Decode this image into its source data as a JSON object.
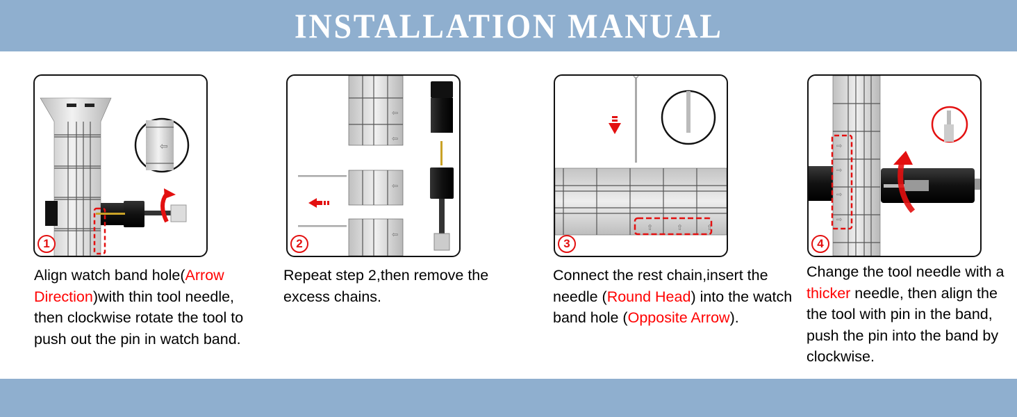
{
  "header": {
    "title": "INSTALLATION MANUAL"
  },
  "colors": {
    "band": "#8fafcf",
    "accent_red": "#ff0000",
    "text": "#000000"
  },
  "steps": [
    {
      "number": "1",
      "number_glyph": "①",
      "illustration": "band-with-pin-tool-clockwise-rotate",
      "text_parts": [
        {
          "t": "Align watch band hole(",
          "red": false
        },
        {
          "t": "Arrow Direction",
          "red": true
        },
        {
          "t": ")with thin tool needle, then clockwise rotate the tool to push out the pin in watch band.",
          "red": false
        }
      ]
    },
    {
      "number": "2",
      "number_glyph": "②",
      "illustration": "remove-excess-chains-with-pins",
      "text_parts": [
        {
          "t": "Repeat step 2,then remove the excess chains.",
          "red": false
        }
      ]
    },
    {
      "number": "3",
      "number_glyph": "③",
      "illustration": "insert-round-head-needle",
      "text_parts": [
        {
          "t": "Connect the rest chain,insert the needle (",
          "red": false
        },
        {
          "t": "Round Head",
          "red": true
        },
        {
          "t": ") into the watch band hole (",
          "red": false
        },
        {
          "t": "Opposite Arrow",
          "red": true
        },
        {
          "t": ").",
          "red": false
        }
      ]
    },
    {
      "number": "4",
      "number_glyph": "④",
      "illustration": "thicker-needle-push-pin",
      "text_parts": [
        {
          "t": "Change the tool needle with a ",
          "red": false
        },
        {
          "t": "thicker",
          "red": true
        },
        {
          "t": " needle, then align the the tool with pin in the band, push the pin into the band by clockwise.",
          "red": false
        }
      ]
    }
  ]
}
